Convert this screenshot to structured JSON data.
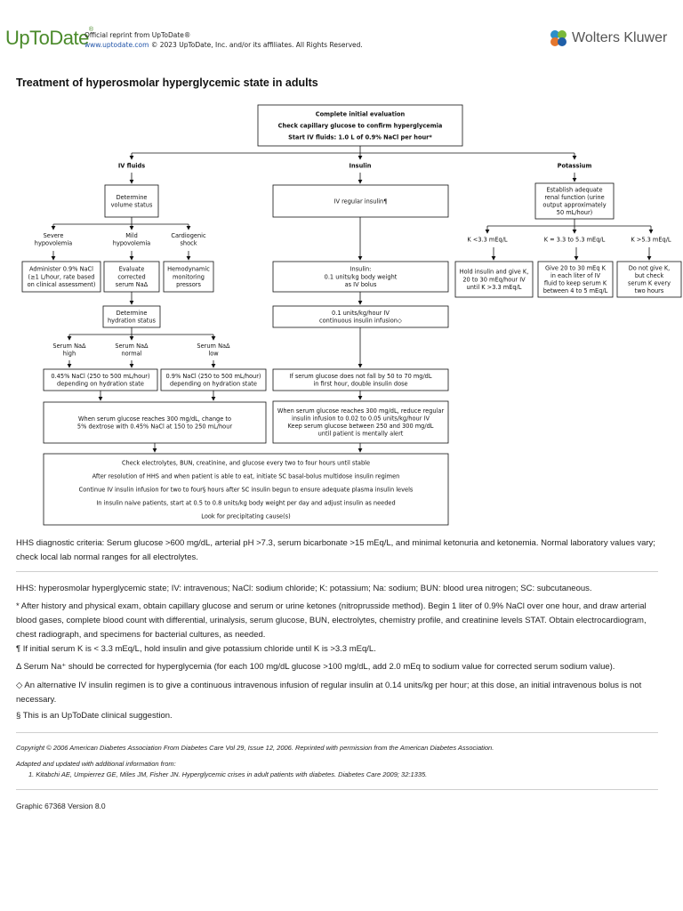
{
  "header": {
    "logo_text": "UpToDate",
    "logo_mark": "®",
    "reprint_line1": "Official reprint from UpToDate®",
    "reprint_url": "www.uptodate.com",
    "reprint_rights": " © 2023 UpToDate, Inc. and/or its affiliates. All Rights Reserved.",
    "publisher": "Wolters Kluwer"
  },
  "title": "Treatment of hyperosmolar hyperglycemic state in adults",
  "flow": {
    "top": [
      "Complete initial evaluation",
      "Check capillary glucose to confirm hyperglycemia",
      "Start IV fluids: 1.0 L of 0.9% NaCl per hour*"
    ],
    "col_iv": "IV fluids",
    "col_insulin": "Insulin",
    "col_potassium": "Potassium",
    "volume": [
      "Determine",
      "volume status"
    ],
    "severe": [
      "Severe",
      "hypovolemia"
    ],
    "mild": [
      "Mild",
      "hypovolemia"
    ],
    "cardio": [
      "Cardiogenic",
      "shock"
    ],
    "admin": [
      "Administer 0.9% NaCl",
      "(≥1 L/hour, rate based",
      "on clinical assessment)"
    ],
    "evaluate": [
      "Evaluate",
      "corrected",
      "serum NaΔ"
    ],
    "hemo": [
      "Hemodynamic",
      "monitoring",
      "pressors"
    ],
    "hydration": [
      "Determine",
      "hydration status"
    ],
    "na_high": [
      "Serum NaΔ",
      "high"
    ],
    "na_normal": [
      "Serum NaΔ",
      "normal"
    ],
    "na_low": [
      "Serum NaΔ",
      "low"
    ],
    "fluid045": [
      "0.45% NaCl (250 to 500 mL/hour)",
      "depending on hydration state"
    ],
    "fluid09": [
      "0.9% NaCl (250 to 500 mL/hour)",
      "depending on hydration state"
    ],
    "dextrose": [
      "When serum glucose reaches 300 mg/dL, change to",
      "5% dextrose with 0.45% NaCl at 150 to 250 mL/hour"
    ],
    "ivinsulin": "IV regular insulin¶",
    "bolus": [
      "Insulin:",
      "0.1 units/kg body weight",
      "as IV bolus"
    ],
    "infusion": [
      "0.1 units/kg/hour IV",
      "continuous insulin infusion◇"
    ],
    "double": [
      "If serum glucose does not fall by 50 to 70 mg/dL",
      "in first hour, double insulin dose"
    ],
    "reduce": [
      "When serum glucose reaches 300 mg/dL, reduce regular",
      "insulin infusion to 0.02 to 0.05 units/kg/hour IV",
      "Keep serum glucose between 250 and 300 mg/dL",
      "until patient is mentally alert"
    ],
    "renal": [
      "Establish adequate",
      "renal function (urine",
      "output approximately",
      "50 mL/hour)"
    ],
    "k_low": "K <3.3 mEq/L",
    "k_mid": "K = 3.3 to 5.3 mEq/L",
    "k_high": "K >5.3 mEq/L",
    "hold": [
      "Hold insulin and give K,",
      "20 to 30 mEq/hour IV",
      "until K >3.3 mEq/L"
    ],
    "give": [
      "Give 20 to 30 mEq K",
      "in each liter of IV",
      "fluid to keep serum K",
      "between 4 to 5 mEq/L"
    ],
    "nogive": [
      "Do not give K,",
      "but check",
      "serum K every",
      "two hours"
    ],
    "bottom": [
      "Check electrolytes, BUN, creatinine, and glucose every two to four hours until stable",
      "After resolution of HHS and when patient is able to eat, initiate SC basal-bolus multidose insulin regimen",
      "Continue IV insulin infusion for two to four§ hours after SC insulin begun to ensure adequate plasma insulin levels",
      "In insulin naive patients, start at 0.5 to 0.8 units/kg body weight per day and adjust insulin as needed",
      "Look for precipitating cause(s)"
    ]
  },
  "notes": {
    "criteria": "HHS diagnostic criteria: Serum glucose >600 mg/dL, arterial pH >7.3, serum bicarbonate >15 mEq/L, and minimal ketonuria and ketonemia. Normal laboratory values vary; check local lab normal ranges for all electrolytes.",
    "abbrev": "HHS: hyperosmolar hyperglycemic state; IV: intravenous; NaCl: sodium chloride; K: potassium; Na: sodium; BUN: blood urea nitrogen; SC: subcutaneous.",
    "star": "* After history and physical exam, obtain capillary glucose and serum or urine ketones (nitroprusside method). Begin 1 liter of 0.9% NaCl over one hour, and draw arterial blood gases, complete blood count with differential, urinalysis, serum glucose, BUN, electrolytes, chemistry profile, and creatinine levels STAT. Obtain electrocardiogram, chest radiograph, and specimens for bacterial cultures, as needed.",
    "para": "¶ If initial serum K is < 3.3 mEq/L, hold insulin and give potassium chloride until K is >3.3 mEq/L.",
    "delta": "Δ Serum Na⁺ should be corrected for hyperglycemia (for each 100 mg/dL glucose >100 mg/dL, add 2.0 mEq to sodium value for corrected serum sodium value).",
    "diamond": "◇ An alternative IV insulin regimen is to give a continuous intravenous infusion of regular insulin at 0.14 units/kg per hour; at this dose, an initial intravenous bolus is not necessary.",
    "section": "§ This is an UpToDate clinical suggestion.",
    "copyright": "Copyright © 2006 American Diabetes Association From Diabetes Care Vol 29, Issue 12, 2006. Reprinted with permission from the American Diabetes Association.",
    "adapted": "Adapted and updated with additional information from:",
    "ref1": "1. Kitabchi AE, Umpierrez GE, Miles JM, Fisher JN. Hyperglycemic crises in adult patients with diabetes. Diabetes Care 2009; 32:1335.",
    "graphic": "Graphic 67368 Version 8.0"
  }
}
